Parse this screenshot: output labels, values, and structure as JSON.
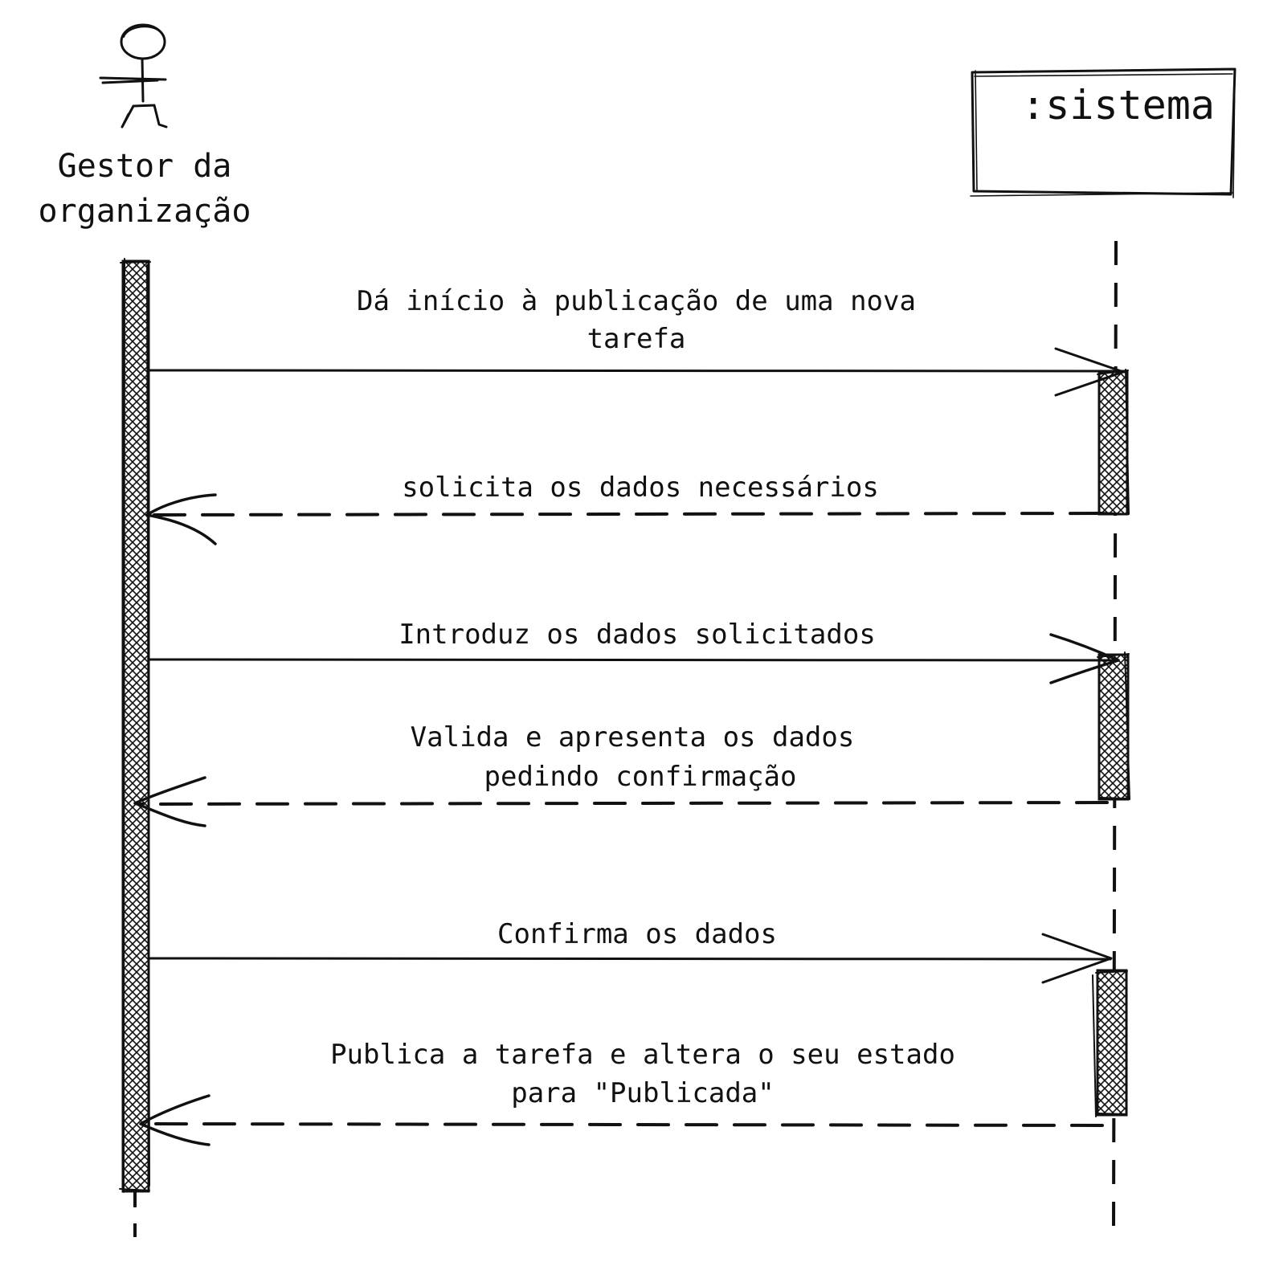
{
  "actor": {
    "name_line1": "Gestor da",
    "name_line2": "organização"
  },
  "system": {
    "name": ":sistema"
  },
  "messages": [
    {
      "id": "m1",
      "kind": "sync",
      "direction": "to-system",
      "line1": "Dá início à publicação de uma nova",
      "line2": "tarefa"
    },
    {
      "id": "m2",
      "kind": "return",
      "direction": "to-actor",
      "line1": "solicita os dados necessários",
      "line2": ""
    },
    {
      "id": "m3",
      "kind": "sync",
      "direction": "to-system",
      "line1": "Introduz os dados solicitados",
      "line2": ""
    },
    {
      "id": "m4",
      "kind": "return",
      "direction": "to-actor",
      "line1": "Valida e apresenta os dados",
      "line2": "pedindo confirmação"
    },
    {
      "id": "m5",
      "kind": "sync",
      "direction": "to-system",
      "line1": "Confirma os dados",
      "line2": ""
    },
    {
      "id": "m6",
      "kind": "return",
      "direction": "to-actor",
      "line1": "Publica a tarefa e altera o seu estado",
      "line2": "para \"Publicada\""
    }
  ],
  "colors": {
    "ink": "#111111",
    "background": "#ffffff"
  },
  "icons": {
    "actor": "stick-figure-icon"
  }
}
